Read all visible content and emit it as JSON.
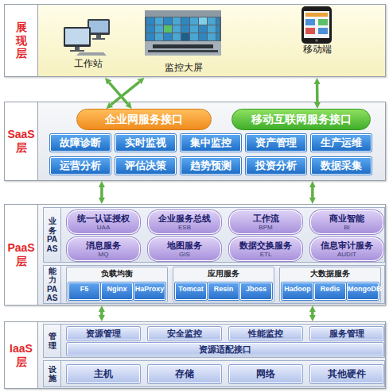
{
  "diagram": {
    "nodes": [
      {
        "text": [
          "展现层"
        ]
      },
      {
        "text": [
          "工作站"
        ],
        "in": 0
      },
      {
        "text": [
          "监控大屏"
        ],
        "in": 0
      },
      {
        "text": [
          "移动端"
        ],
        "in": 0
      },
      {
        "text": [
          "SaaS层"
        ]
      },
      {
        "text": [
          "企业网服务接口"
        ],
        "in": 4
      },
      {
        "text": [
          "移动互联网服务接口"
        ],
        "in": 4
      },
      {
        "text": [
          "故障诊断"
        ],
        "in": 4
      },
      {
        "text": [
          "实时监视"
        ],
        "in": 4
      },
      {
        "text": [
          "集中监控"
        ],
        "in": 4
      },
      {
        "text": [
          "资产管理"
        ],
        "in": 4
      },
      {
        "text": [
          "生产运维"
        ],
        "in": 4
      },
      {
        "text": [
          "运营分析"
        ],
        "in": 4
      },
      {
        "text": [
          "评估决策"
        ],
        "in": 4
      },
      {
        "text": [
          "趋势预测"
        ],
        "in": 4
      },
      {
        "text": [
          "投资分析"
        ],
        "in": 4
      },
      {
        "text": [
          "数据采集"
        ],
        "in": 4
      },
      {
        "text": [
          "PaaS层"
        ]
      },
      {
        "text": [
          "业务PAAS"
        ],
        "in": 17
      },
      {
        "text": [
          "统一认证授权",
          "UAA"
        ],
        "in": 18
      },
      {
        "text": [
          "企业服务总线",
          "ESB"
        ],
        "in": 18
      },
      {
        "text": [
          "工作流",
          "BPM"
        ],
        "in": 18
      },
      {
        "text": [
          "商业智能",
          "BI"
        ],
        "in": 18
      },
      {
        "text": [
          "消息服务",
          "MQ"
        ],
        "in": 18
      },
      {
        "text": [
          "地图服务",
          "GIS"
        ],
        "in": 18
      },
      {
        "text": [
          "数据交换服务",
          "ETL"
        ],
        "in": 18
      },
      {
        "text": [
          "信息审计服务",
          "AUDIT"
        ],
        "in": 18
      },
      {
        "text": [
          "能力PAAS"
        ],
        "in": 17
      },
      {
        "text": [
          "负载均衡"
        ],
        "in": 27
      },
      {
        "text": [
          "F5"
        ],
        "in": 28
      },
      {
        "text": [
          "Nginx"
        ],
        "in": 28
      },
      {
        "text": [
          "HaProxy"
        ],
        "in": 28
      },
      {
        "text": [
          "应用服务"
        ],
        "in": 27
      },
      {
        "text": [
          "Tomcat"
        ],
        "in": 32
      },
      {
        "text": [
          "Resin"
        ],
        "in": 32
      },
      {
        "text": [
          "Jboss"
        ],
        "in": 32
      },
      {
        "text": [
          "大数据服务"
        ],
        "in": 27
      },
      {
        "text": [
          "Hadoop"
        ],
        "in": 36
      },
      {
        "text": [
          "Redis"
        ],
        "in": 36
      },
      {
        "text": [
          "MongoDB"
        ],
        "in": 36
      },
      {
        "text": [
          "IaaS层"
        ]
      },
      {
        "text": [
          "管理"
        ],
        "in": 40
      },
      {
        "text": [
          "资源管理"
        ],
        "in": 41
      },
      {
        "text": [
          "安全监控"
        ],
        "in": 41
      },
      {
        "text": [
          "性能监控"
        ],
        "in": 41
      },
      {
        "text": [
          "服务管理"
        ],
        "in": 41
      },
      {
        "text": [
          "资源适配接口"
        ],
        "in": 41
      },
      {
        "text": [
          "设施"
        ],
        "in": 40
      },
      {
        "text": [
          "主机"
        ],
        "in": 47
      },
      {
        "text": [
          "存储"
        ],
        "in": 47
      },
      {
        "text": [
          "网络"
        ],
        "in": 47
      },
      {
        "text": [
          "其他硬件"
        ],
        "in": 47
      }
    ],
    "edges": [
      {
        "from": 1,
        "to": 5,
        "arrow": "both"
      },
      {
        "from": 2,
        "to": 5,
        "arrow": "both"
      },
      {
        "from": 3,
        "to": 6,
        "arrow": "both"
      },
      {
        "from": 4,
        "to": 17,
        "arrow": "both"
      },
      {
        "from": 4,
        "to": 17,
        "arrow": "both"
      },
      {
        "from": 17,
        "to": 40,
        "arrow": "both"
      },
      {
        "from": 17,
        "to": 40,
        "arrow": "both"
      }
    ]
  }
}
